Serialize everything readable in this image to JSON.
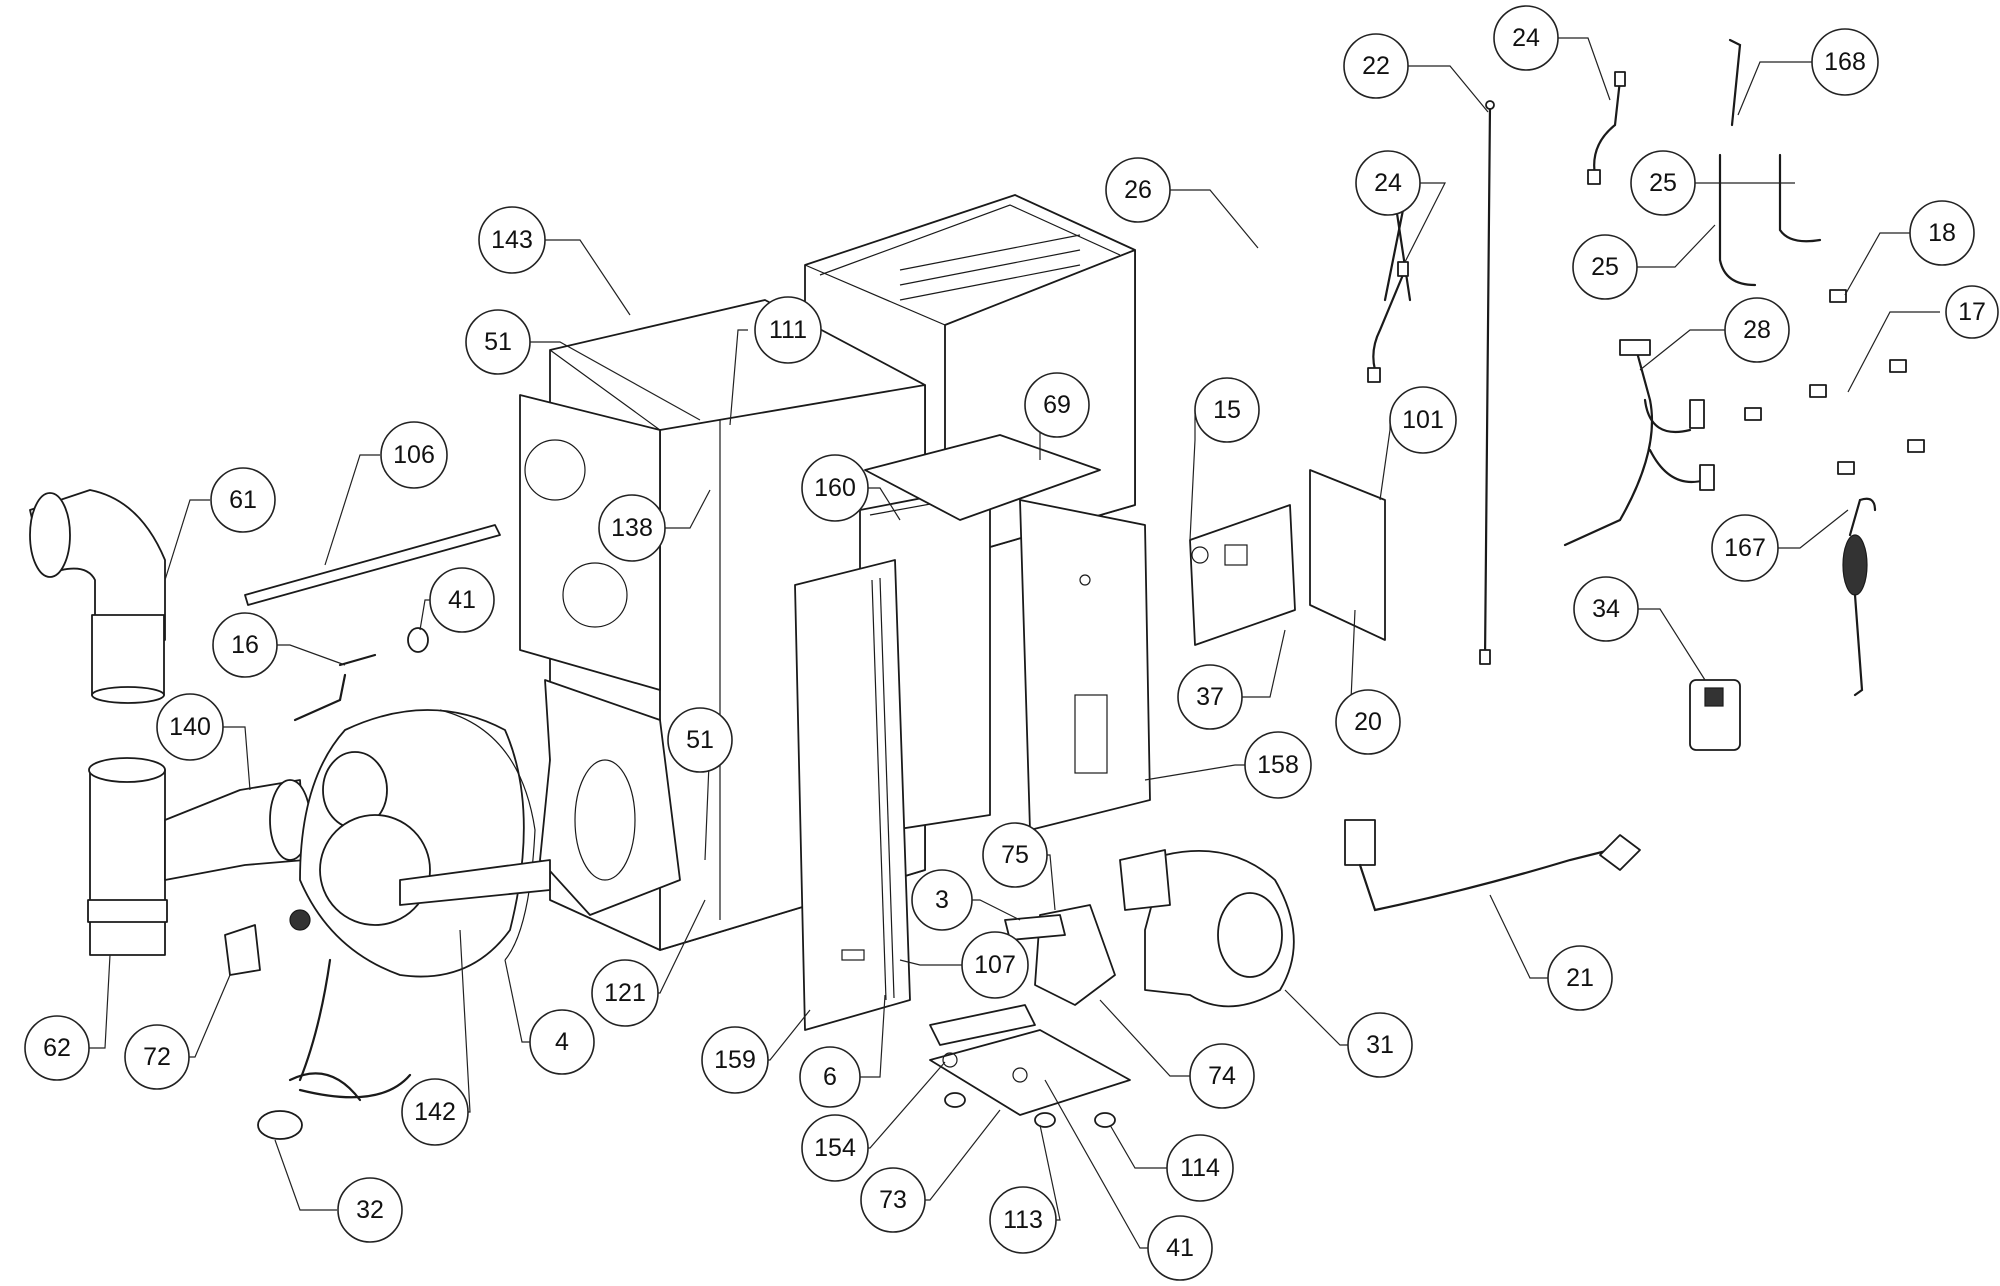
{
  "callouts": [
    {
      "label": "22"
    },
    {
      "label": "24"
    },
    {
      "label": "168"
    },
    {
      "label": "26"
    },
    {
      "label": "24"
    },
    {
      "label": "25"
    },
    {
      "label": "25"
    },
    {
      "label": "18"
    },
    {
      "label": "143"
    },
    {
      "label": "17"
    },
    {
      "label": "28"
    },
    {
      "label": "51"
    },
    {
      "label": "111"
    },
    {
      "label": "69"
    },
    {
      "label": "15"
    },
    {
      "label": "101"
    },
    {
      "label": "106"
    },
    {
      "label": "61"
    },
    {
      "label": "160"
    },
    {
      "label": "138"
    },
    {
      "label": "167"
    },
    {
      "label": "41"
    },
    {
      "label": "16"
    },
    {
      "label": "34"
    },
    {
      "label": "37"
    },
    {
      "label": "20"
    },
    {
      "label": "140"
    },
    {
      "label": "51"
    },
    {
      "label": "158"
    },
    {
      "label": "75"
    },
    {
      "label": "3"
    },
    {
      "label": "107"
    },
    {
      "label": "21"
    },
    {
      "label": "121"
    },
    {
      "label": "62"
    },
    {
      "label": "72"
    },
    {
      "label": "4"
    },
    {
      "label": "31"
    },
    {
      "label": "159"
    },
    {
      "label": "74"
    },
    {
      "label": "6"
    },
    {
      "label": "142"
    },
    {
      "label": "154"
    },
    {
      "label": "114"
    },
    {
      "label": "73"
    },
    {
      "label": "32"
    },
    {
      "label": "113"
    },
    {
      "label": "41"
    }
  ]
}
